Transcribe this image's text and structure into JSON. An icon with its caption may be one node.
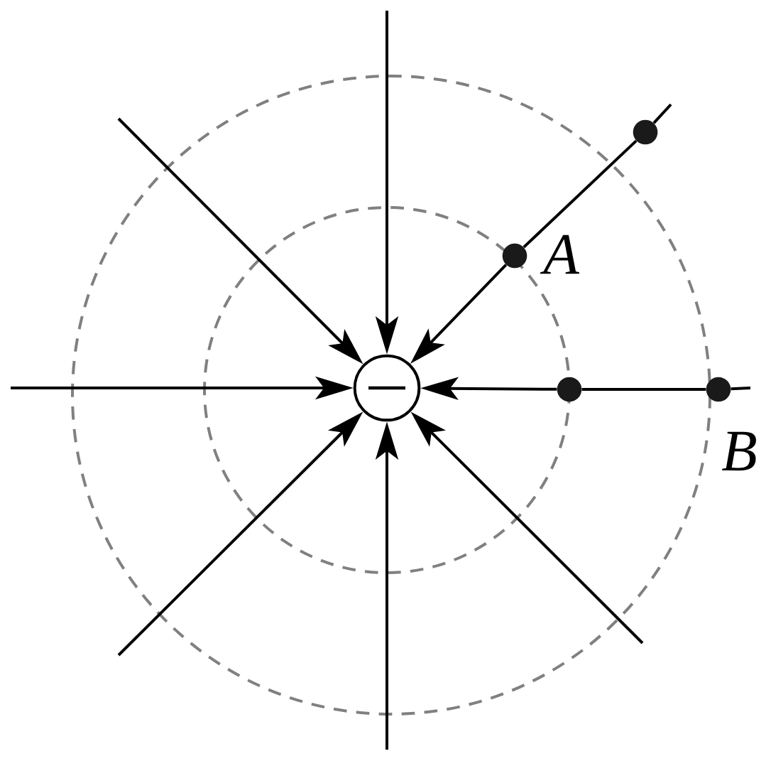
{
  "diagram": {
    "nodes": [
      {
        "text": [],
        "shape": "circle"
      },
      {
        "text": [],
        "shape": "circle"
      },
      {
        "text": [],
        "shape": "circle",
        "beside": [
          "A"
        ]
      },
      {
        "text": [],
        "shape": "circle"
      },
      {
        "text": [],
        "shape": "circle",
        "beside": [
          "B"
        ]
      }
    ],
    "edges": [
      {
        "from": null,
        "to": 0,
        "arrow": "to"
      },
      {
        "from": null,
        "to": 1,
        "arrow": "none"
      },
      {
        "from": 1,
        "to": 2,
        "arrow": "none"
      },
      {
        "from": 2,
        "to": 0,
        "arrow": "to"
      },
      {
        "from": null,
        "to": 4,
        "arrow": "none"
      },
      {
        "from": 4,
        "to": 3,
        "arrow": "none"
      },
      {
        "from": 3,
        "to": 0,
        "arrow": "to"
      },
      {
        "from": null,
        "to": 0,
        "arrow": "to"
      },
      {
        "from": null,
        "to": 0,
        "arrow": "to"
      },
      {
        "from": null,
        "to": 0,
        "arrow": "to"
      },
      {
        "from": null,
        "to": 0,
        "arrow": "to"
      },
      {
        "from": null,
        "to": 0,
        "arrow": "to"
      }
    ]
  }
}
